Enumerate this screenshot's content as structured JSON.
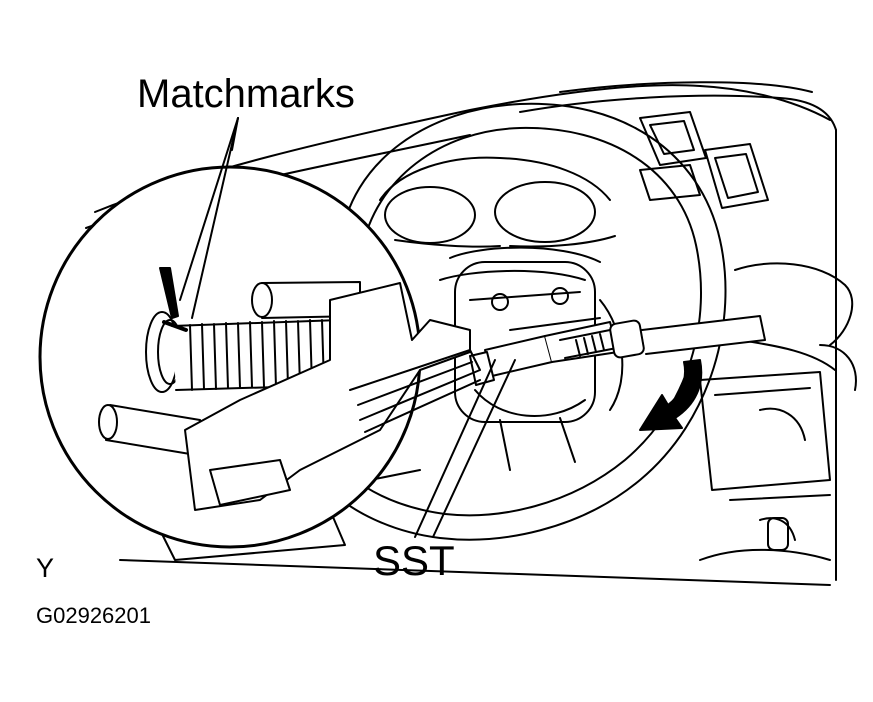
{
  "labels": {
    "matchmarks": "Matchmarks",
    "sst": "SST",
    "view_marker": "Y",
    "figure_code": "G02926201"
  },
  "colors": {
    "line": "#000000",
    "background": "#ffffff"
  }
}
